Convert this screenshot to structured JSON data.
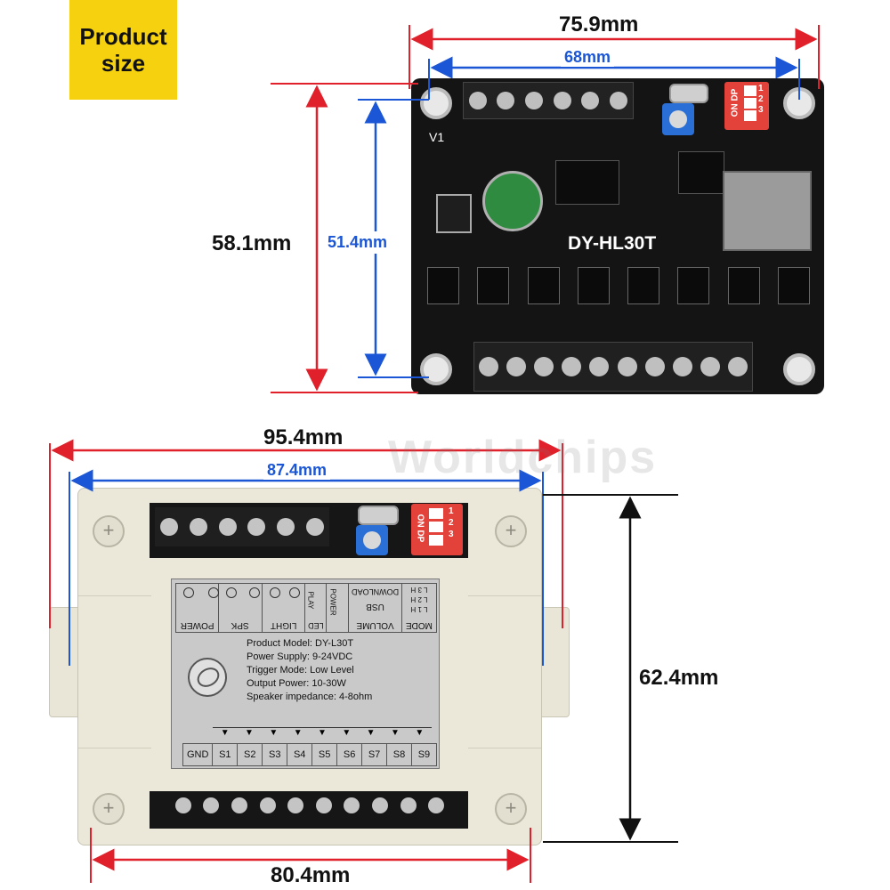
{
  "badge": {
    "line1": "Product",
    "line2": "size"
  },
  "pcb": {
    "model_label": "DY-HL30T",
    "v1_label": "V1",
    "dip": {
      "on_dp": "ON DP",
      "nums": [
        "1",
        "2",
        "3"
      ]
    },
    "dimensions": {
      "outer_width": "75.9mm",
      "inner_width": "68mm",
      "outer_height": "58.1mm",
      "inner_height": "51.4mm"
    }
  },
  "enclosure": {
    "dimensions": {
      "outer_width": "95.4mm",
      "inner_width": "87.4mm",
      "height": "62.4mm",
      "bottom_width": "80.4mm"
    },
    "dip": {
      "on_dp": "ON DP",
      "nums": [
        "1",
        "2",
        "3"
      ]
    },
    "label": {
      "top_groups": [
        "POWER",
        "SPK",
        "LIGHT",
        "LED",
        "PLAY",
        "POWER",
        "VOLUME",
        "USB",
        "DOWNLOAD",
        "MODE"
      ],
      "mode_rows": [
        "L 1 H",
        "L 2 H",
        "L 3 H"
      ],
      "specs": [
        "Product Model: DY-L30T",
        "Power Supply: 9-24VDC",
        "Trigger Mode: Low Level",
        "Output Power: 10-30W",
        "Speaker impedance: 4-8ohm"
      ],
      "terminals": [
        "GND",
        "S1",
        "S2",
        "S3",
        "S4",
        "S5",
        "S6",
        "S7",
        "S8",
        "S9"
      ]
    }
  },
  "watermark": "Worldchips"
}
